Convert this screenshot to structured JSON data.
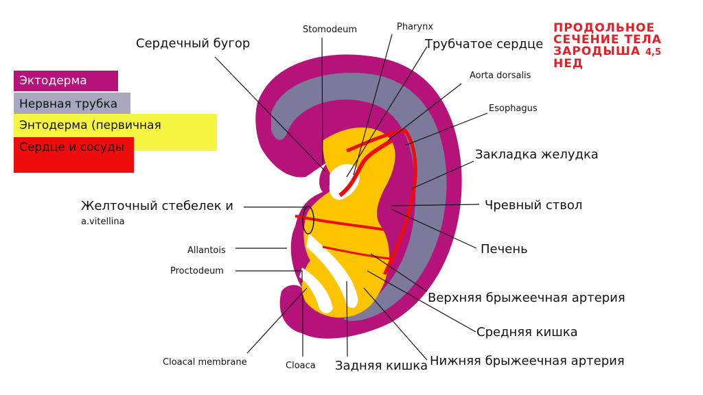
{
  "title": {
    "main": "ПРОДОЛЬНОЕ СЕЧЕНИЕ ТЕЛА ЗАРОДЫША",
    "suffix": "4,5",
    "tail": "НЕД"
  },
  "legend": {
    "ectoderm": "Эктодерма",
    "neural_tube": "Нервная трубка",
    "endoderm": "Энтодерма (первичная",
    "heart": "Сердце и сосуды"
  },
  "labels": {
    "cardiac_bulge": "Сердечный бугор",
    "stomodeum": "Stomodeum",
    "pharynx": "Pharynx",
    "tubular_heart": "Трубчатое сердце",
    "aorta_dorsalis": "Aorta dorsalis",
    "esophagus": "Esophagus",
    "stomach_primordium": "Закладка желудка",
    "yolk_stalk": "Желточный стебелек и",
    "a_vitellina": "a.vitellina",
    "celiac_trunk": "Чревный ствол",
    "liver": "Печень",
    "allantois": "Allantois",
    "proctodeum": "Proctodeum",
    "superior_mesenteric": "Верхняя брыжеечная артерия",
    "midgut": "Средняя кишка",
    "cloacal_membrane": "Cloacal membrane",
    "cloaca": "Cloaca",
    "hindgut": "Задняя кишка",
    "inferior_mesenteric": "Нижняя брыжеечная артерия"
  },
  "colors": {
    "ectoderm": "#b5127a",
    "neural_tube": "#7c7a9a",
    "neural_tube_legend": "#a9a7be",
    "endoderm": "#ffc400",
    "endoderm_legend": "#f5f542",
    "heart": "#ee0d0d",
    "title": "#e41e26"
  }
}
